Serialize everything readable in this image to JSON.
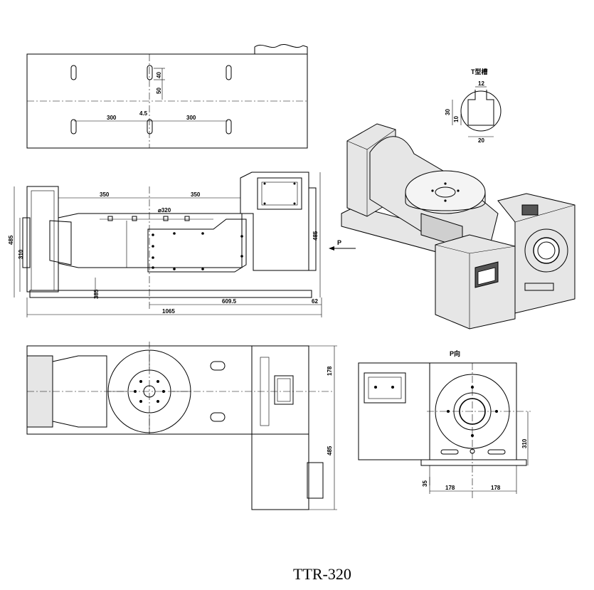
{
  "model_name": "TTR-320",
  "labels": {
    "t_slot_title": "T型槽",
    "p_arrow": "P",
    "p_view_title": "P向"
  },
  "top_view": {
    "dim_40": "40",
    "dim_50": "50",
    "dim_4_5": "4.5",
    "dim_300_left": "300",
    "dim_300_right": "300"
  },
  "t_slot": {
    "dim_12": "12",
    "dim_20": "20",
    "dim_10": "10",
    "dim_30": "30"
  },
  "front_view": {
    "dim_350_left": "350",
    "dim_350_right": "350",
    "dim_dia320": "⌀320",
    "dim_485_left": "485",
    "dim_310": "310",
    "dim_485_right": "485",
    "dim_385": "385",
    "dim_609_5": "609.5",
    "dim_62": "62",
    "dim_1065": "1065"
  },
  "plan_view": {
    "dim_178": "178",
    "dim_485": "485"
  },
  "p_view": {
    "dim_310": "310",
    "dim_35": "35",
    "dim_178_left": "178",
    "dim_178_right": "178"
  }
}
